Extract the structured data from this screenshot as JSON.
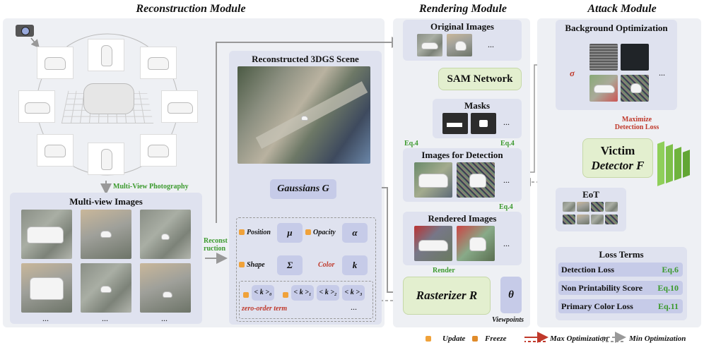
{
  "titles": {
    "reconstruction": "Reconstruction Module",
    "rendering": "Rendering Module",
    "attack": "Attack Module"
  },
  "reconstruction": {
    "multi_view_photography": "Multi-View Photography",
    "multi_view_images": "Multi-view Images",
    "reconstruction_label_1": "Reconst",
    "reconstruction_label_2": "ruction",
    "dots": "...",
    "camera_icon": "camera-icon"
  },
  "scene": {
    "title": "Reconstructed 3DGS Scene",
    "gaussians": "Gaussians G"
  },
  "params": {
    "position": "Position",
    "mu": "μ",
    "opacity": "Opacity",
    "alpha": "α",
    "shape": "Shape",
    "sigma": "Σ",
    "color": "Color",
    "k": "k",
    "k0": "< k >₀",
    "k1": "< k >₁",
    "k2": "< k >₂",
    "k3": "< k >₃",
    "zero_order": "zero-order term",
    "dots": "..."
  },
  "rendering": {
    "original_images": "Original Images",
    "sam": "SAM Network",
    "masks": "Masks",
    "images_for_detection": "Images for Detection",
    "rendered_images": "Rendered Images",
    "rasterizer": "Rasterizer R",
    "theta": "θ",
    "viewpoints": "Viewpoints",
    "eq4a": "Eq.4",
    "eq4b": "Eq.4",
    "eq4c": "Eq.4",
    "render": "Render",
    "dots": "..."
  },
  "attack": {
    "background_optimization": "Background Optimization",
    "sigma": "σ",
    "maximize_1": "Maximize",
    "maximize_2": "Detection Loss",
    "victim_1": "Victim",
    "victim_2": "Detector F",
    "eot": "EoT",
    "loss_terms": "Loss Terms",
    "losses": [
      {
        "name": "Detection Loss",
        "eq": "Eq.6"
      },
      {
        "name": "Non Printability Score",
        "eq": "Eq.10"
      },
      {
        "name": "Primary Color Loss",
        "eq": "Eq.11"
      }
    ],
    "dots": "..."
  },
  "legend": {
    "update": "Update",
    "freeze": "Freeze",
    "max": "Max Optimization",
    "min": "Min Optimization"
  },
  "colors": {
    "green_eq": "#3c9a2e",
    "red": "#c0392b",
    "panel": "#eef0f4",
    "box": "#dfe2ef",
    "param": "#c6cbe8",
    "green_box": "#e3efcf"
  }
}
